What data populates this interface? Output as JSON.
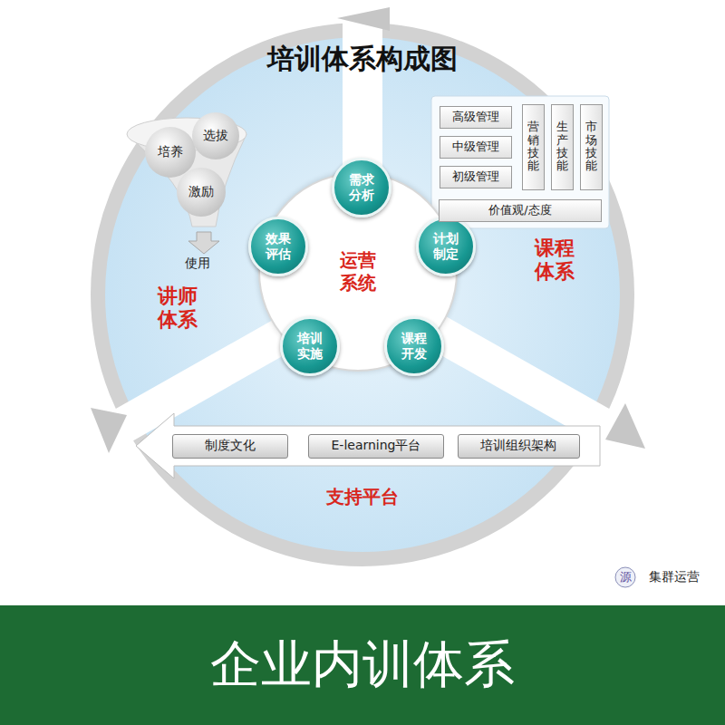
{
  "diagram": {
    "title": "培训体系构成图",
    "caption": "企业内训体系",
    "nodes": [
      {
        "text": [
          "运营系统"
        ]
      },
      {
        "text": [
          "需求分析"
        ],
        "in": 0
      },
      {
        "text": [
          "计划制定"
        ],
        "in": 0
      },
      {
        "text": [
          "课程开发"
        ],
        "in": 0
      },
      {
        "text": [
          "培训实施"
        ],
        "in": 0
      },
      {
        "text": [
          "效果评估"
        ],
        "in": 0
      },
      {
        "text": [
          "培养"
        ]
      },
      {
        "text": [
          "选拔"
        ]
      },
      {
        "text": [
          "激励"
        ]
      },
      {
        "text": [
          "高级管理"
        ]
      },
      {
        "text": [
          "中级管理"
        ]
      },
      {
        "text": [
          "初级管理"
        ]
      },
      {
        "text": [
          "营销技能"
        ]
      },
      {
        "text": [
          "生产技能"
        ]
      },
      {
        "text": [
          "市场技能"
        ]
      },
      {
        "text": [
          "价值观/态度"
        ]
      },
      {
        "text": [
          "制度文化"
        ]
      },
      {
        "text": [
          "E-learning平台"
        ]
      },
      {
        "text": [
          "培训组织架构"
        ]
      }
    ],
    "edges": [
      {
        "from": 1,
        "to": 2,
        "arrow": "to"
      },
      {
        "from": 2,
        "to": 3,
        "arrow": "to"
      },
      {
        "from": 3,
        "to": 4,
        "arrow": "to"
      },
      {
        "from": 4,
        "to": 5,
        "arrow": "to"
      },
      {
        "from": 5,
        "to": 1,
        "arrow": "to"
      }
    ],
    "labels": [
      "使用",
      "讲师体系",
      "课程体系",
      "支持平台",
      "源",
      "集群运营"
    ]
  }
}
